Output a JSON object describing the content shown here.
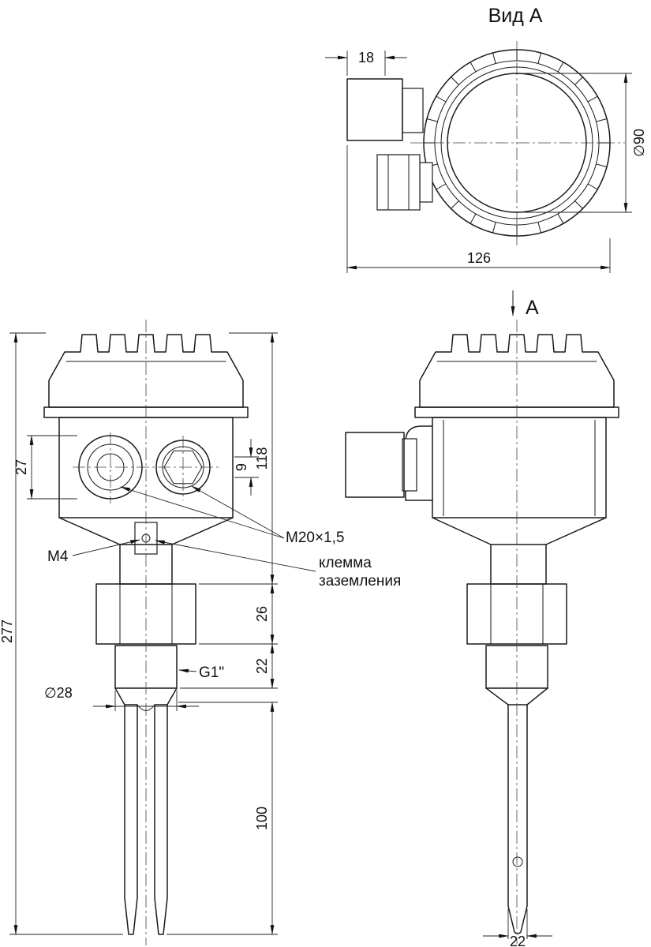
{
  "drawing": {
    "title_view_a": "Вид А",
    "section_arrow_label": "А",
    "dims": {
      "d18": "18",
      "d90": "∅90",
      "d126": "126",
      "d277": "277",
      "d27": "27",
      "d9": "9",
      "d118": "118",
      "d26": "26",
      "d22_thread": "22",
      "d28": "∅28",
      "d100": "100",
      "d22_fork": "22"
    },
    "labels": {
      "m4": "М4",
      "m20": "М20×1,5",
      "ground_line1": "клемма",
      "ground_line2": "заземления",
      "g1": "G1\""
    }
  }
}
